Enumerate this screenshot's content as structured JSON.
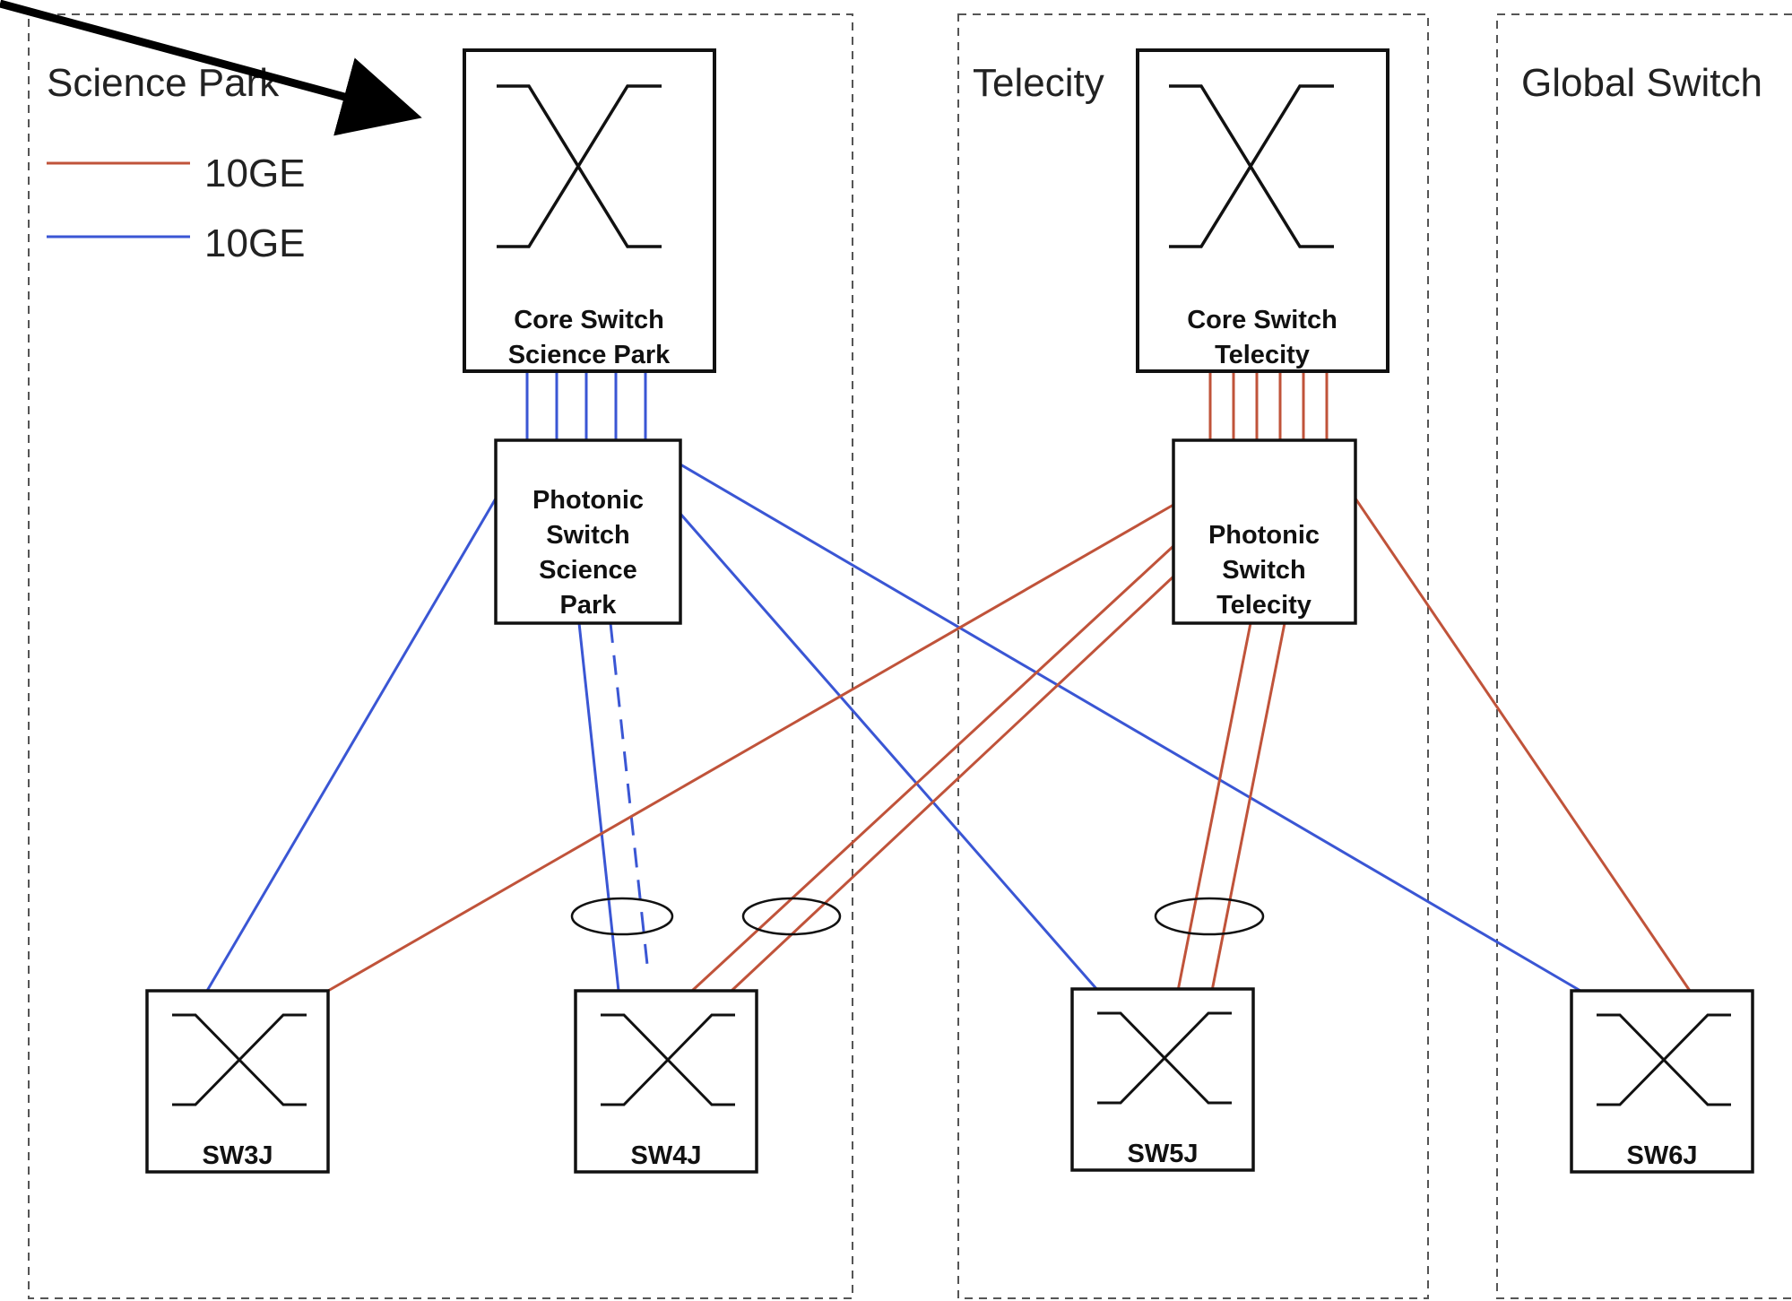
{
  "zones": [
    {
      "id": "science-park",
      "label": "Science Park"
    },
    {
      "id": "telecity",
      "label": "Telecity"
    },
    {
      "id": "global-switch",
      "label": "Global Switch"
    }
  ],
  "legend": [
    {
      "label": "10GE",
      "color": "#c0533a"
    },
    {
      "label": "10GE",
      "color": "#3a56d4"
    }
  ],
  "nodes": {
    "core_sp": {
      "line1": "Core Switch",
      "line2": "Science Park"
    },
    "core_tc": {
      "line1": "Core Switch",
      "line2": "Telecity"
    },
    "photonic_sp": {
      "lines": [
        "Photonic",
        "Switch",
        "Science",
        "Park"
      ]
    },
    "photonic_tc": {
      "lines": [
        "Photonic",
        "Switch",
        "Telecity"
      ]
    },
    "sw3j": {
      "label": "SW3J"
    },
    "sw4j": {
      "label": "SW4J"
    },
    "sw5j": {
      "label": "SW5J"
    },
    "sw6j": {
      "label": "SW6J"
    }
  },
  "colors": {
    "red_link": "#c0533a",
    "blue_link": "#3a56d4",
    "outline": "#111111",
    "zone_border": "#555555"
  }
}
